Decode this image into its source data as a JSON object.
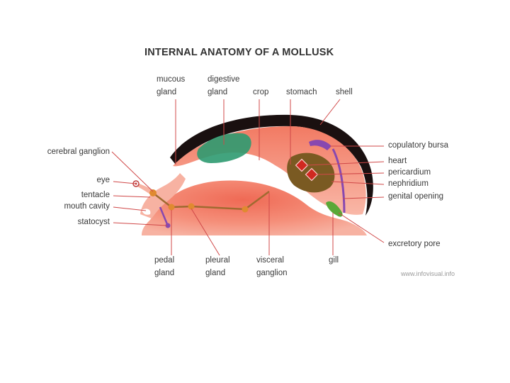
{
  "title": "INTERNAL ANATOMY OF A MOLLUSK",
  "credit": "www.infovisual.info",
  "labels": {
    "mucous_gland": [
      "mucous",
      "gland"
    ],
    "digestive_gland": [
      "digestive",
      "gland"
    ],
    "crop": "crop",
    "stomach": "stomach",
    "shell": "shell",
    "cerebral_ganglion": "cerebral ganglion",
    "eye": "eye",
    "tentacle": "tentacle",
    "mouth_cavity": "mouth cavity",
    "statocyst": "statocyst",
    "copulatory_bursa": "copulatory bursa",
    "heart": "heart",
    "pericardium": "pericardium",
    "nephridium": "nephridium",
    "genital_opening": "genital opening",
    "excretory_pore": "excretory pore",
    "pedal_gland": [
      "pedal",
      "gland"
    ],
    "pleural_gland": [
      "pleural",
      "gland"
    ],
    "visceral_ganglion": [
      "visceral",
      "ganglion"
    ],
    "gill": "gill"
  },
  "colors": {
    "body": "#f7a08e",
    "body_dark": "#e8705c",
    "shell": "#1a1010",
    "digestive": "#2e9a70",
    "nephridium": "#7a5a22",
    "heart": "#d02820",
    "gill": "#5aa838",
    "nerve": "#a06a30",
    "copulatory": "#8848b0",
    "leader": "#d04848"
  }
}
